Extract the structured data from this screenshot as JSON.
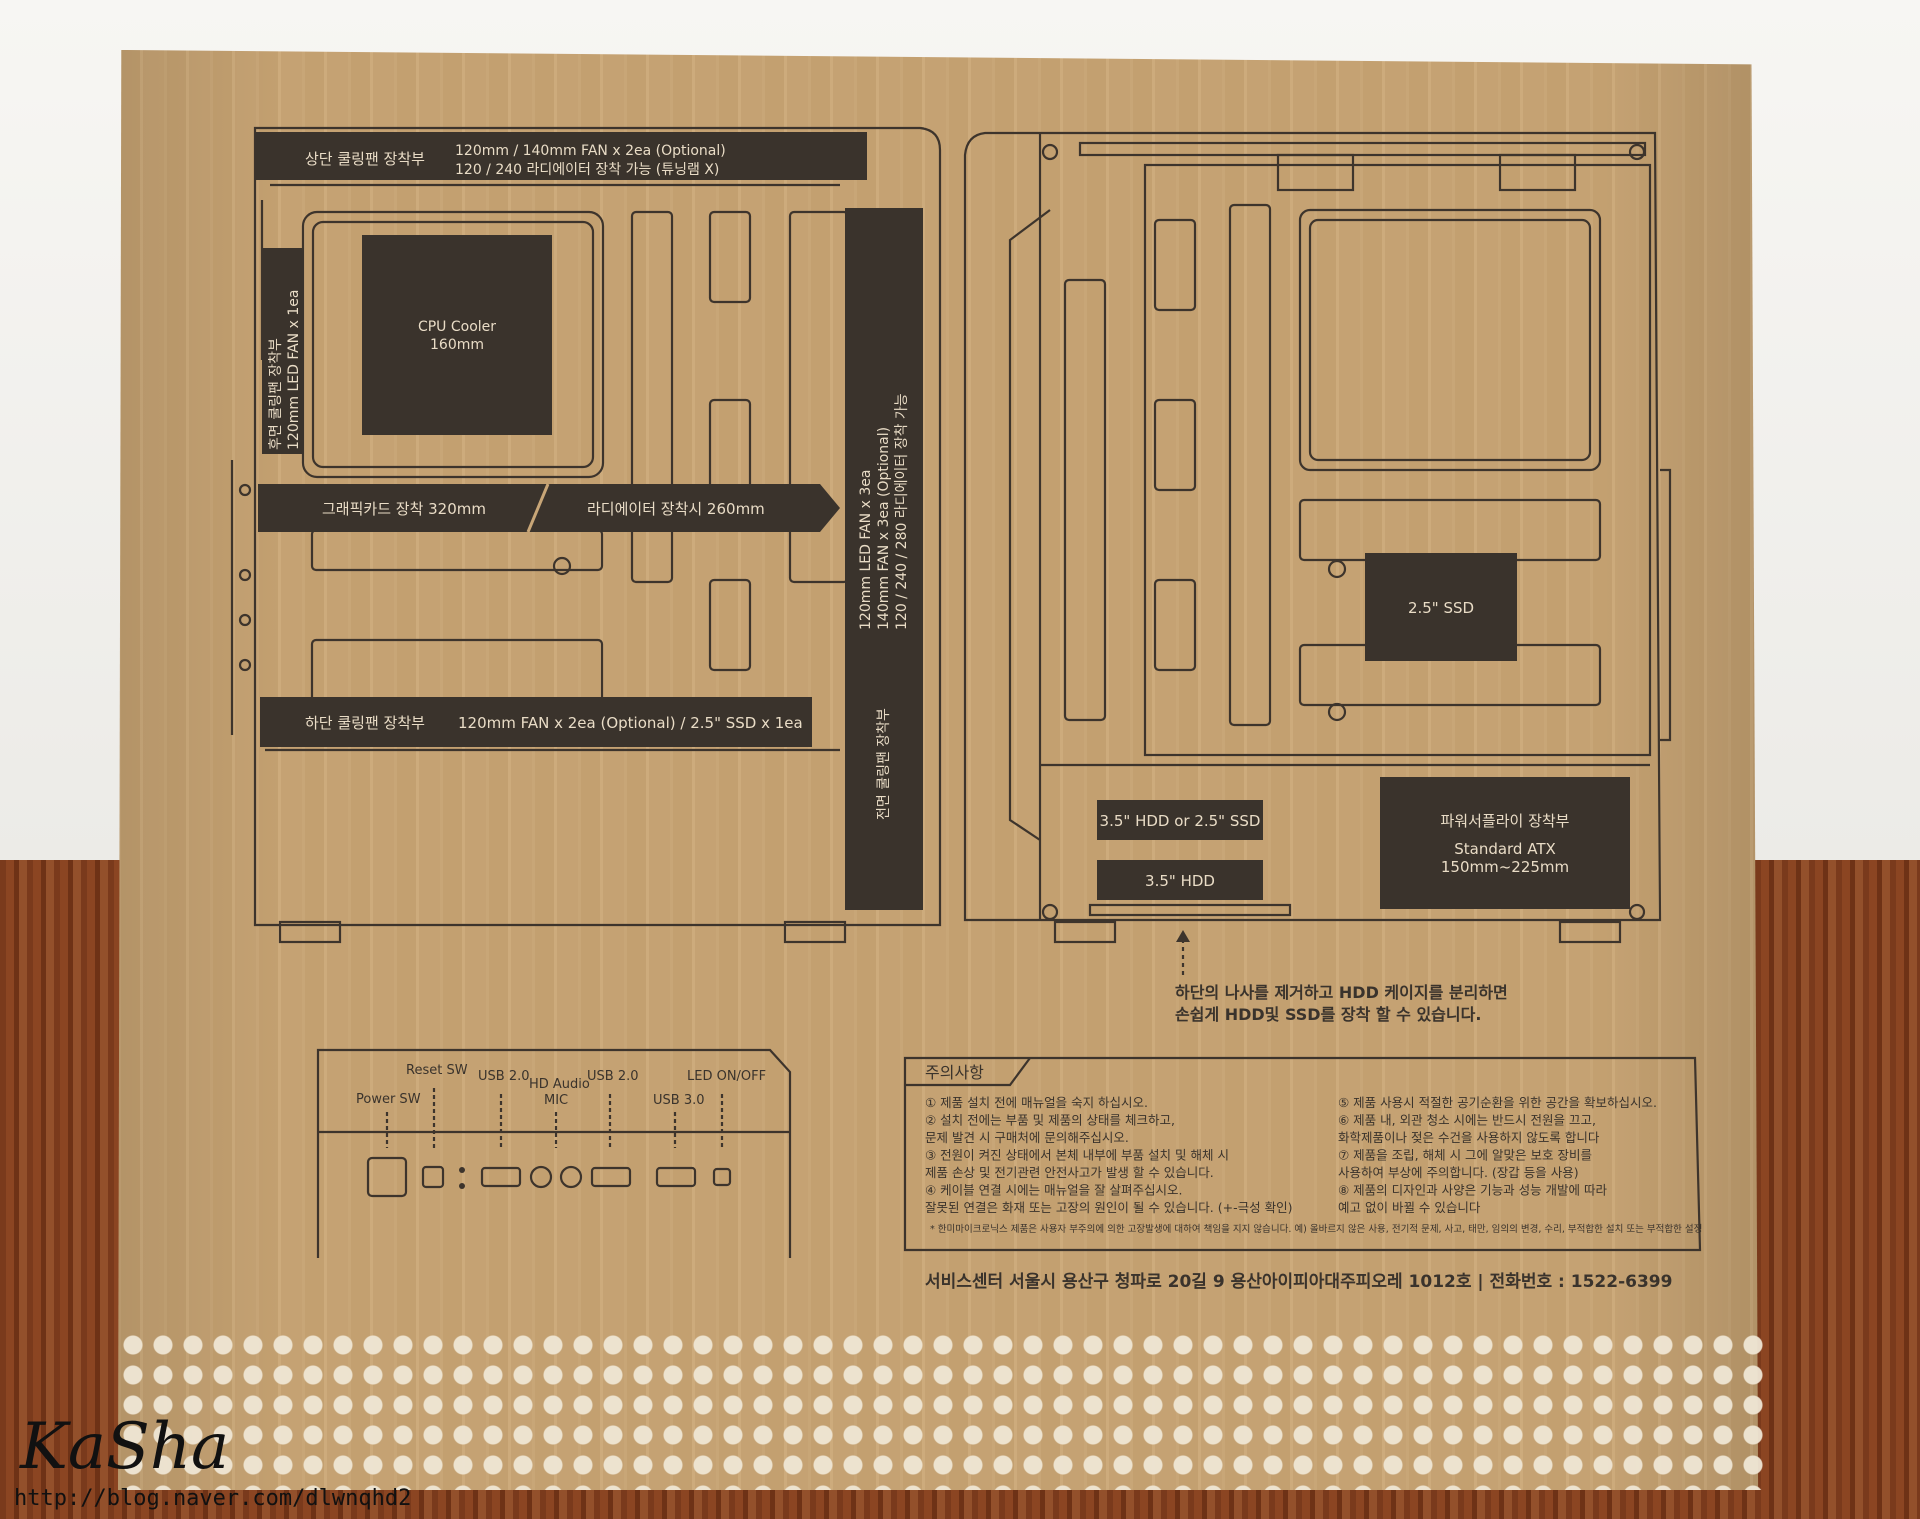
{
  "top_cooling": {
    "label": "상단 쿨링팬 장착부",
    "line1": "120mm / 140mm FAN x 2ea (Optional)",
    "line2": "120 / 240  라디에이터 장착 가능 (튜닝램 X)"
  },
  "rear_cooling": {
    "label": "후면 쿨링팬 장착부",
    "spec": "120mm LED FAN x 1ea"
  },
  "cpu_cooler": {
    "line1": "CPU Cooler",
    "line2": "160mm"
  },
  "gpu": {
    "graphics": "그래픽카드 장착 320mm",
    "radiator": "라디에이터 장착시 260mm"
  },
  "front_cooling": {
    "label": "전면 쿨링팬 장착부",
    "line1": "120mm LED FAN x 3ea",
    "line2": "140mm FAN x 3ea (Optional)",
    "line3": "120 / 240 / 280  라디에이터 장착 가능"
  },
  "bottom_cooling": {
    "label": "하단 쿨링팬 장착부",
    "spec": "120mm  FAN x 2ea (Optional) / 2.5\" SSD x 1ea"
  },
  "ssd": "2.5\" SSD",
  "hdd1": "3.5\" HDD or 2.5\" SSD",
  "hdd2": "3.5\" HDD",
  "psu": {
    "label": "파워서플라이 장착부",
    "line1": "Standard ATX",
    "line2": "150mm~225mm"
  },
  "hdd_note": {
    "line1": "하단의 나사를 제거하고 HDD 케이지를 분리하면",
    "line2": "손쉽게 HDD및 SSD를 장착 할 수 있습니다."
  },
  "io_panel": {
    "power_sw": "Power SW",
    "reset_sw": "Reset SW",
    "usb20_a": "USB 2.0",
    "hd_audio": "HD Audio",
    "mic": "MIC",
    "usb20_b": "USB 2.0",
    "usb30": "USB 3.0",
    "led": "LED ON/OFF"
  },
  "caution": {
    "title": "주의사항",
    "left": [
      "① 제품 설치 전에 매뉴얼을 숙지 하십시오.",
      "② 설치 전에는 부품 및 제품의 상태를 체크하고,",
      "    문제 발견 시 구매처에 문의해주십시오.",
      "③ 전원이 켜진 상태에서 본체 내부에 부품 설치 및 해체 시",
      "    제품 손상 및 전기관련 안전사고가 발생 할 수 있습니다.",
      "④ 케이블 연결 시에는 매뉴얼을 잘 살펴주십시오.",
      "    잘못된 연결은 화재 또는 고장의 원인이 될 수 있습니다. (+-극성 확인)"
    ],
    "right": [
      "⑤ 제품 사용시 적절한 공기순환을 위한 공간을 확보하십시오.",
      "⑥ 제품 내, 외관 청소 시에는 반드시 전원을 끄고,",
      "    화학제품이나 젖은 수건을 사용하지 않도록 합니다",
      "⑦ 제품을 조립, 해체 시 그에 알맞은 보호 장비를",
      "    사용하여 부상에 주의합니다. (장갑 등을 사용)",
      "⑧ 제품의 디자인과 사양은 기능과 성능 개발에 따라",
      "    예고 없이 바뀔 수 있습니다"
    ],
    "footnote": "* 한미마이크로닉스 제품은 사용자 부주의에 의한 고장발생에 대하여 책임을 지지 않습니다.  예) 올바르지 않은 사용, 전기적 문제, 사고, 태만, 임의의 변경, 수리, 부적합한 설치 또는 부적합한 설정"
  },
  "service": "서비스센터   서울시 용산구 청파로 20길 9 용산아이피아대주피오레 1012호   |   전화번호 : 1522-6399",
  "watermark": {
    "name": "KaSha",
    "url": "http://blog.naver.com/dlwnqhd2"
  }
}
